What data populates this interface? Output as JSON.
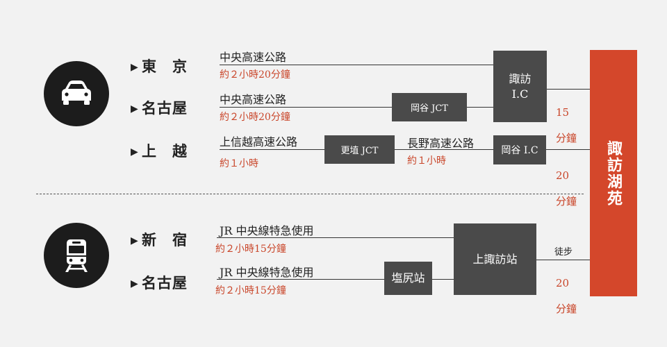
{
  "car": {
    "origins": [
      {
        "name": "東　京"
      },
      {
        "name": "名古屋"
      },
      {
        "name": "上　越"
      }
    ],
    "routes": {
      "tokyo": {
        "road": "中央高速公路",
        "time": "約２小時20分鐘"
      },
      "nagoya": {
        "road": "中央高速公路",
        "time": "約２小時20分鐘"
      },
      "joetsu": {
        "road": "上信越高速公路",
        "time": "約１小時"
      },
      "nagano": {
        "road": "長野高速公路",
        "time": "約１小時"
      }
    },
    "boxes": {
      "okaya_jct": "岡谷 JCT",
      "kohshoku_jct": "更埴 JCT",
      "suwa_ic_line1": "諏訪",
      "suwa_ic_line2": "I.C",
      "okaya_ic": "岡谷 I.C"
    },
    "final": {
      "suwa_time_num": "15",
      "suwa_time_unit": "分鐘",
      "okaya_time_num": "20",
      "okaya_time_unit": "分鐘"
    }
  },
  "train": {
    "origins": [
      {
        "name": "新　宿"
      },
      {
        "name": "名古屋"
      }
    ],
    "routes": {
      "shinjuku": {
        "line": "JR 中央線特急使用",
        "time": "約２小時15分鐘"
      },
      "nagoya": {
        "line": "JR 中央線特急使用",
        "time": "約２小時15分鐘"
      }
    },
    "boxes": {
      "shiojiri": "塩尻站",
      "kamisuwa": "上諏訪站"
    },
    "final": {
      "walk": "徒步",
      "time_num": "20",
      "time_unit": "分鐘"
    }
  },
  "destination": "諏訪湖苑"
}
